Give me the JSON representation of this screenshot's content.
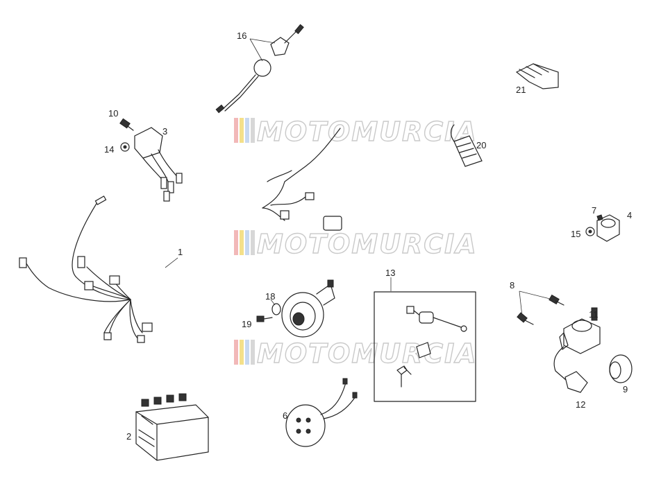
{
  "watermark": {
    "text": "MOTOMURCIA",
    "stripe_colors": [
      "#f2b8b8",
      "#f4e08a",
      "#c8d9f0",
      "#d7d7d7"
    ]
  },
  "parts": [
    {
      "id": "1",
      "label": "1"
    },
    {
      "id": "2",
      "label": "2"
    },
    {
      "id": "3",
      "label": "3"
    },
    {
      "id": "4",
      "label": "4"
    },
    {
      "id": "6",
      "label": "6"
    },
    {
      "id": "7",
      "label": "7"
    },
    {
      "id": "8",
      "label": "8"
    },
    {
      "id": "9",
      "label": "9"
    },
    {
      "id": "10",
      "label": "10"
    },
    {
      "id": "11",
      "label": "11"
    },
    {
      "id": "12",
      "label": "12"
    },
    {
      "id": "13",
      "label": "13"
    },
    {
      "id": "14",
      "label": "14"
    },
    {
      "id": "15",
      "label": "15"
    },
    {
      "id": "16",
      "label": "16"
    },
    {
      "id": "18",
      "label": "18"
    },
    {
      "id": "19",
      "label": "19"
    },
    {
      "id": "20",
      "label": "20"
    },
    {
      "id": "21",
      "label": "21"
    }
  ]
}
